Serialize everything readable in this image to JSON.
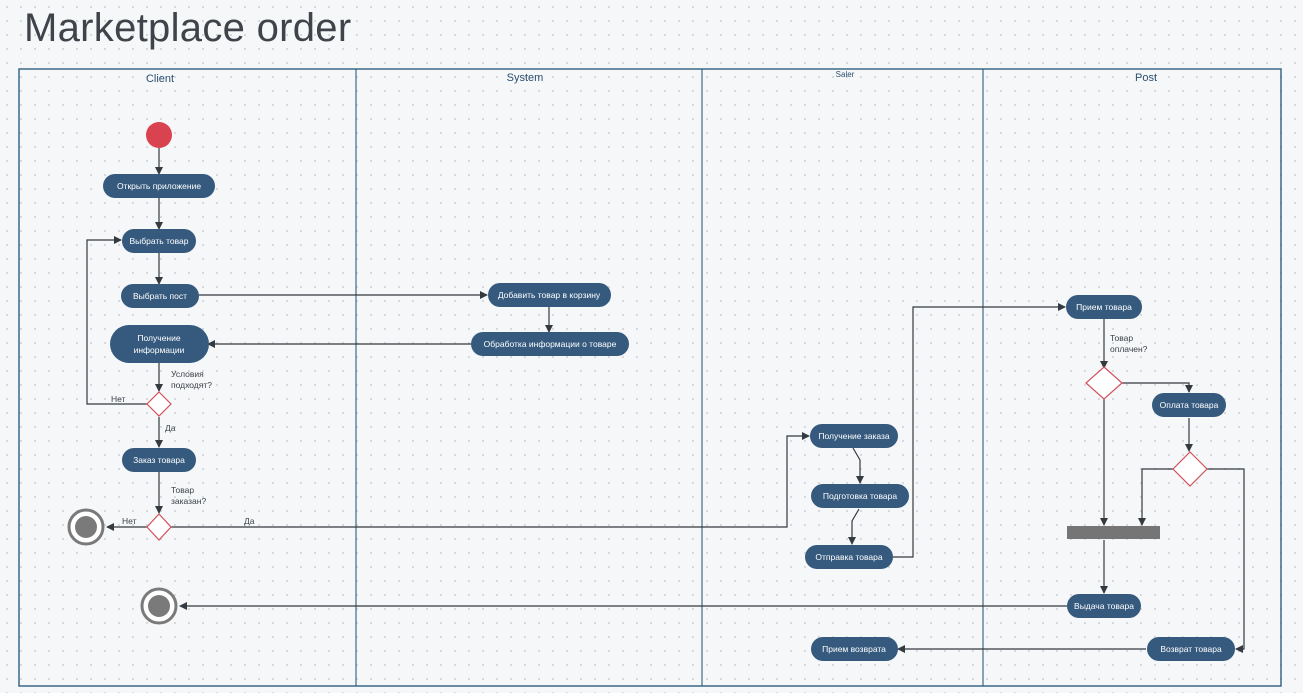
{
  "title": "Marketplace order",
  "lanes": [
    {
      "name": "Client"
    },
    {
      "name": "System"
    },
    {
      "name": "Saler"
    },
    {
      "name": "Post"
    }
  ],
  "nodes": {
    "open_app": "Открыть приложение",
    "choose_item": "Выбрать товар",
    "choose_post": "Выбрать пост",
    "get_info_1": "Получение",
    "get_info_2": "информации",
    "add_to_cart": "Добавить товар в корзину",
    "process_info": "Обработка информации о товаре",
    "order_item": "Заказ товара",
    "receive_order": "Получение заказа",
    "prepare_item": "Подготовка товара",
    "send_item": "Отправка товара",
    "accept_item": "Прием товара",
    "pay_item": "Оплата товара",
    "issue_item": "Выдача товара",
    "return_item": "Возврат товара",
    "accept_return": "Прием возврата"
  },
  "labels": {
    "cond_suit_1": "Условия",
    "cond_suit_2": "подходят?",
    "no_1": "Нет",
    "yes_1": "Да",
    "ordered_1": "Товар",
    "ordered_2": "заказан?",
    "no_2": "Нет",
    "yes_2": "Да",
    "paid_1": "Товар",
    "paid_2": "оплачен?"
  },
  "colors": {
    "node": "#355a7e",
    "lane_border": "#2e5f7f",
    "start": "#d9424f",
    "decision_stroke": "#d0505a",
    "end": "#7a7a7a"
  }
}
